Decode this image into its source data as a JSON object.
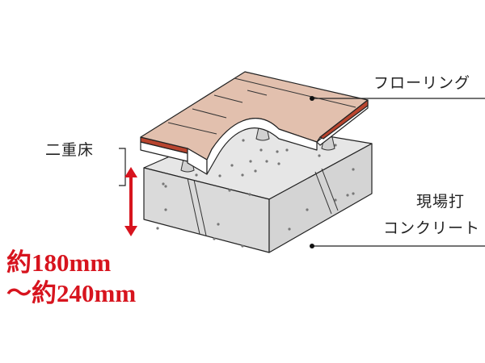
{
  "labels": {
    "flooring": "フローリング",
    "double_floor": "二重床",
    "concrete_line1": "現場打",
    "concrete_line2": "コンクリート"
  },
  "dimension": {
    "line1": "約180mm",
    "line2": "～約240mm"
  },
  "colors": {
    "accent_red": "#d7141e",
    "wood": "#e2c0ae",
    "wood_edge": "#b8442e",
    "concrete": "#dcdcdc"
  }
}
